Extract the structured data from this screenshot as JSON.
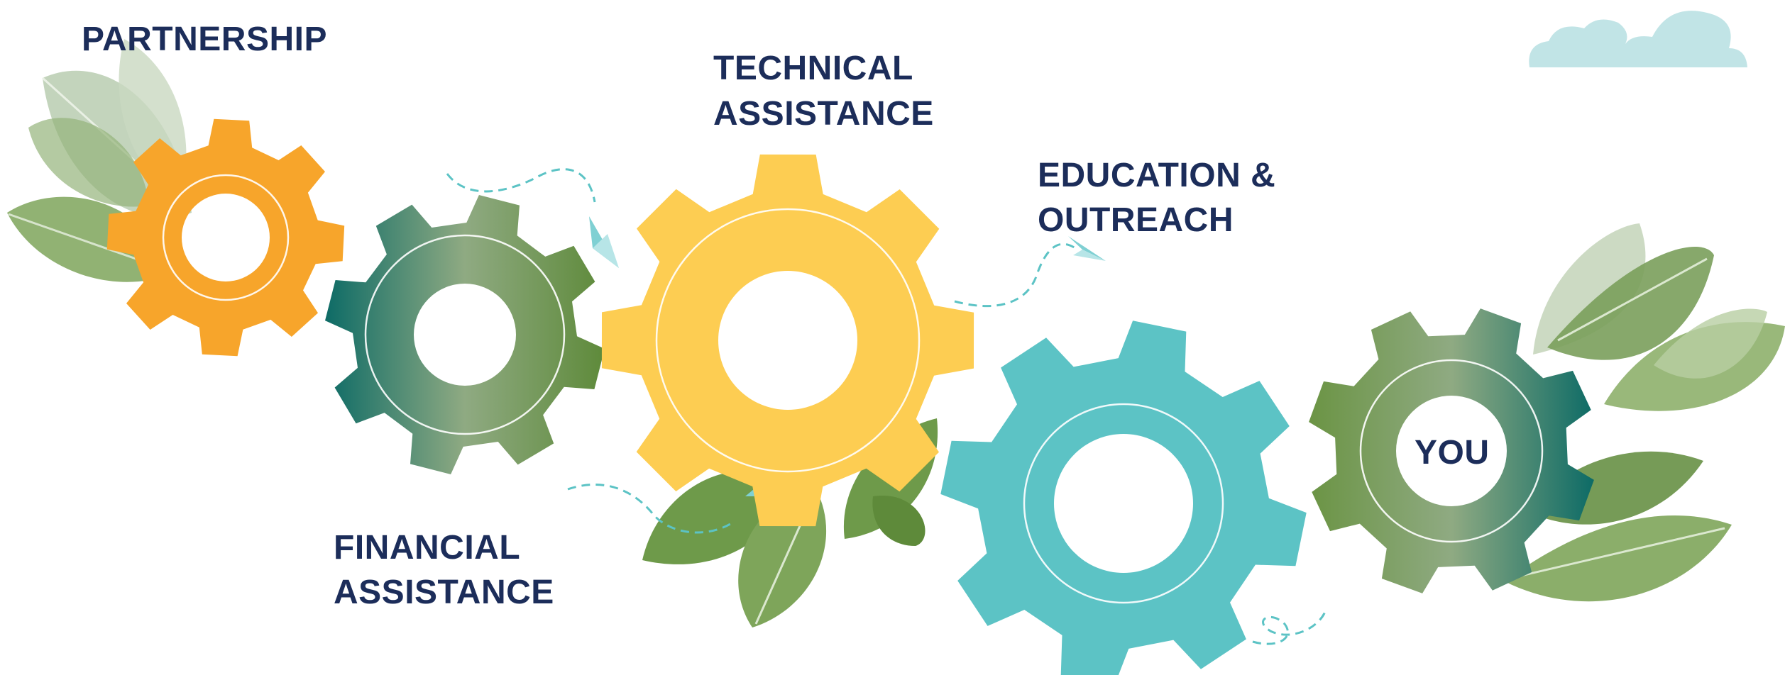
{
  "labels": {
    "partnership": "PARTNERSHIP",
    "financial_line1": "FINANCIAL",
    "financial_line2": "ASSISTANCE",
    "technical_line1": "TECHNICAL",
    "technical_line2": "ASSISTANCE",
    "education_line1": "EDUCATION &",
    "education_line2": "OUTREACH",
    "you": "YOU"
  },
  "gears": [
    {
      "name": "partnership",
      "color": "#f7a52b"
    },
    {
      "name": "financial-assistance",
      "gradient": [
        "#0d6b66",
        "#8faa82",
        "#5e8a3a"
      ]
    },
    {
      "name": "technical-assistance",
      "color": "#fdcd52"
    },
    {
      "name": "education-outreach",
      "color": "#5cc3c5"
    },
    {
      "name": "you",
      "gradient": [
        "#6b9444",
        "#8faa82",
        "#0d6b66"
      ]
    }
  ],
  "colors": {
    "text": "#1c2d5a",
    "leaf_dark": "#6e9a4a",
    "leaf_light": "#b9cdb0",
    "cloud": "#b6dfe2",
    "dashed_path": "#5cc3c5",
    "paper_plane": "#7fd0d3"
  },
  "icons": [
    "gear-icon",
    "leaf-icon",
    "paper-plane-icon",
    "cloud-icon"
  ]
}
